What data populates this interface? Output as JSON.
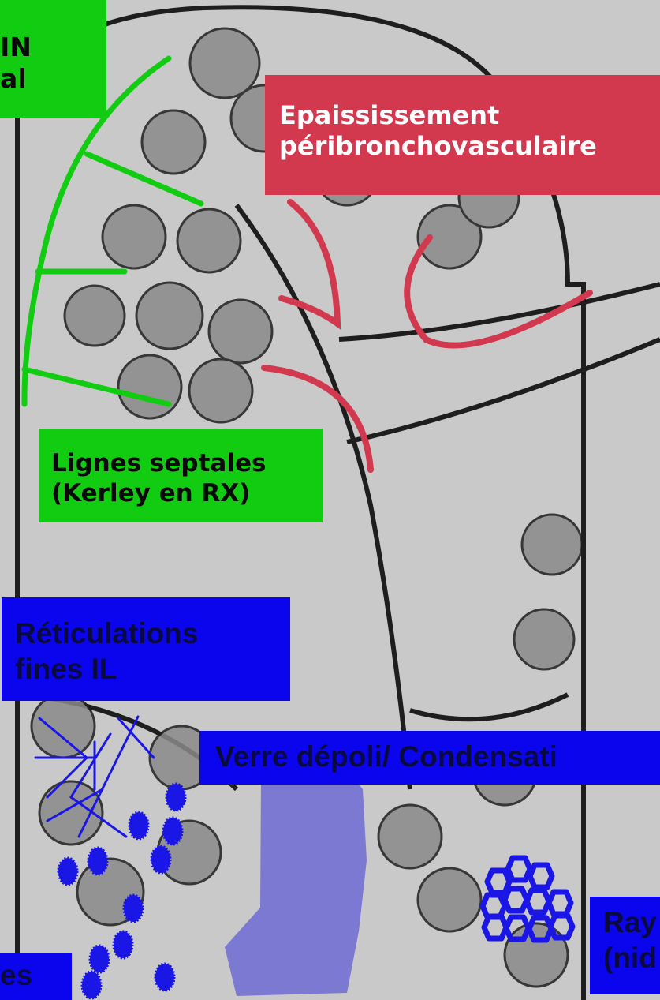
{
  "labels": {
    "top_left_green": "IN\nal",
    "peribronchovascular": "Epaississement\npéribronchovasculaire",
    "septal_lines": "Lignes septales\n(Kerley en RX)",
    "fine_reticulations": "Réticulations\nfines IL",
    "ground_glass": "Verre dépoli/ Condensati",
    "bottom_left": "es",
    "honeycombing": "Ray\n(nid"
  },
  "colors": {
    "frame_background": "#0d1470",
    "green_label": "#12cc12",
    "red_label": "#d2384e",
    "blue_label": "#0b05ee",
    "green_annotation": "#12cc12",
    "red_annotation": "#d2384e",
    "blue_annotation": "#1a16e6",
    "ground_glass_fill": "#3a36d8",
    "lung_background": "#c9c9c9",
    "alveolus_fill": "#8a8a8a",
    "septum_line": "#1e1e1e"
  },
  "icons": {
    "septal_lines": "green-septal-lines-icon",
    "peribronchovascular_brackets": "red-bracket-lines-icon",
    "reticulation": "blue-reticulation-icon",
    "ground_glass": "ground-glass-patch-icon",
    "nodules": "blue-nodule-icon",
    "honeycomb": "blue-honeycomb-icon"
  }
}
